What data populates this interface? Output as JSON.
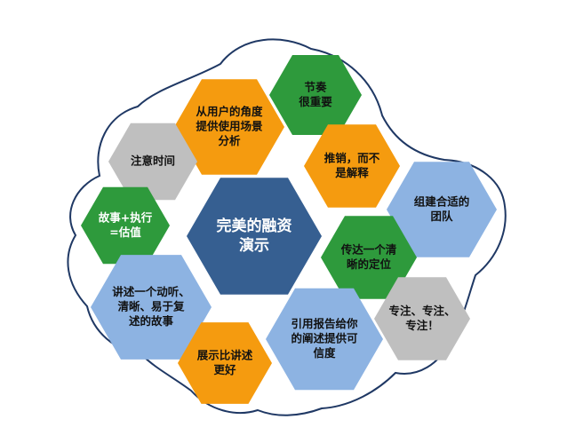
{
  "center": {
    "lines": [
      "完美的融资",
      "演示"
    ],
    "fill": "#365f91",
    "text_color": "#ffffff"
  },
  "outline_color": "#1f3864",
  "nodes": [
    {
      "id": "rhythm",
      "lines": [
        "节奏",
        "很重要"
      ],
      "fill": "#2e9a3c",
      "text_color": "#111111"
    },
    {
      "id": "user-perspective",
      "lines": [
        "从用户的角度",
        "提供使用场景",
        "分析"
      ],
      "fill": "#f59b0f",
      "text_color": "#111111"
    },
    {
      "id": "attention-time",
      "lines": [
        "注意时间"
      ],
      "fill": "#bfbfbf",
      "text_color": "#111111"
    },
    {
      "id": "promote",
      "lines": [
        "推销，而不",
        "是解释"
      ],
      "fill": "#f59b0f",
      "text_color": "#111111"
    },
    {
      "id": "team",
      "lines": [
        "组建合适的",
        "团队"
      ],
      "fill": "#8db3e2",
      "text_color": "#111111"
    },
    {
      "id": "story-execution",
      "lines": [
        "故事+执行",
        "=估值"
      ],
      "fill": "#2e9a3c",
      "text_color": "#ffffff"
    },
    {
      "id": "clear-positioning",
      "lines": [
        "传达一个清",
        "晰的定位"
      ],
      "fill": "#2e9a3c",
      "text_color": "#111111"
    },
    {
      "id": "storytelling",
      "lines": [
        "讲述一个动听、",
        "清晰、易于复",
        "述的故事"
      ],
      "fill": "#8db3e2",
      "text_color": "#111111"
    },
    {
      "id": "focus",
      "lines": [
        "专注、专注、",
        "专注！"
      ],
      "fill": "#bfbfbf",
      "text_color": "#111111"
    },
    {
      "id": "cite-reports",
      "lines": [
        "引用报告给你",
        "的阐述提供可",
        "信度"
      ],
      "fill": "#8db3e2",
      "text_color": "#111111"
    },
    {
      "id": "show-not-tell",
      "lines": [
        "展示比讲述",
        "更好"
      ],
      "fill": "#f59b0f",
      "text_color": "#111111"
    }
  ]
}
